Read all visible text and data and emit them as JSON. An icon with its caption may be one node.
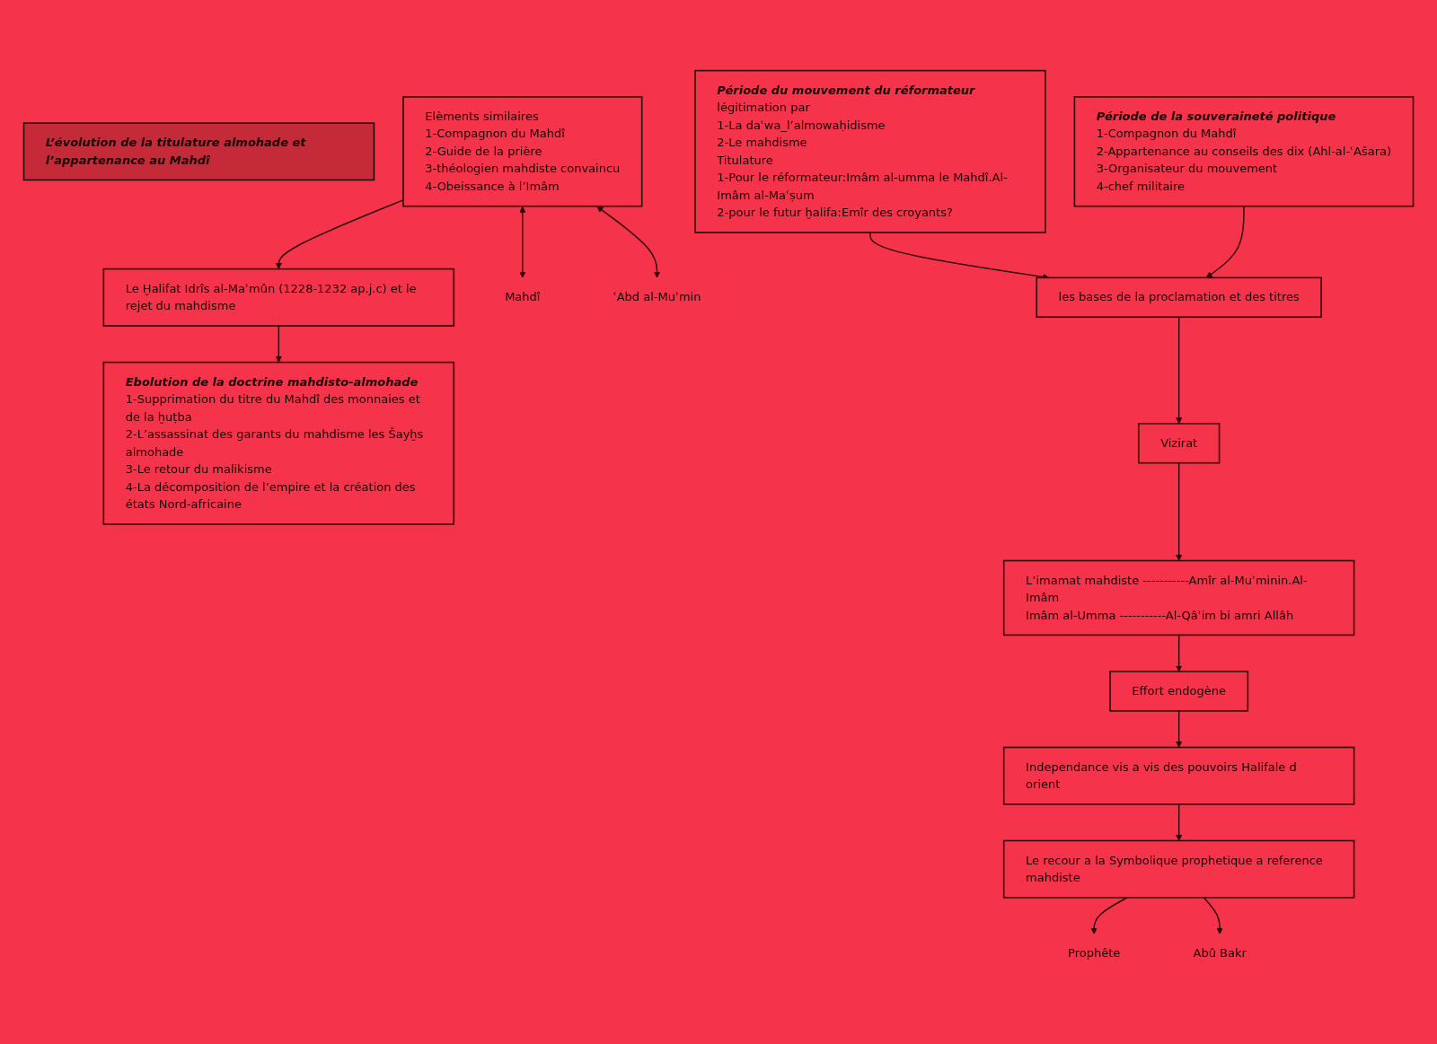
{
  "diagram": {
    "nodes": [
      {
        "text": [
          "L’évolution de la titulature almohade et l’appartenance au Mahdî"
        ]
      },
      {
        "text": [
          "Le Ḫalifat Idrîs al-Maʾmûn (1228-1232 ap.j.c) et le rejet du mahdisme"
        ]
      },
      {
        "text": [
          "Ebolution de la doctrine mahdisto-almohade",
          "1-Supprimation du titre du Mahdî des monnaies et de la ḫuṭba",
          "2-L’assassinat des garants du mahdisme les Šayḫs almohade",
          "3-Le retour du malikisme",
          "4-La décomposition de l’empire et la création des états Nord-africaine"
        ]
      },
      {
        "text": [
          "Elèments similaires",
          "1-Compagnon du Mahdî",
          "2-Guide de la prière",
          "3-théologien mahdiste convaincu",
          "4-Obeissance à l’Imâm"
        ]
      },
      {
        "text": [
          "Période du mouvement du réformateur",
          "légitimation par",
          "1-La daʿwa_l’almowaḥidisme",
          "2-Le mahdisme",
          "Titulature",
          "1-Pour le réformateur:Imâm al-umma le Mahdî.Al-Imâm al-Maʿṣum",
          "2-pour le futur ḫalifa:Emîr des croyants?"
        ]
      },
      {
        "text": [
          "Période de la souveraineté politique",
          "1-Compagnon du Mahdî",
          "2-Appartenance au conseils des dix (Ahl-al-ʿAšara)",
          "3-Organisateur du mouvement",
          "4-chef militaire"
        ]
      },
      {
        "text": [
          "Mahdî"
        ]
      },
      {
        "text": [
          "ʿAbd al-Muʾmin"
        ]
      },
      {
        "text": [
          "Prophête"
        ]
      },
      {
        "text": [
          "Abû Bakr"
        ]
      },
      {
        "text": [
          "les bases de la proclamation et des titres"
        ]
      },
      {
        "text": [
          "Le recour a la Symbolique prophetique a reference mahdiste"
        ]
      },
      {
        "text": [
          "Vizirat"
        ]
      },
      {
        "text": [
          "Effort endogène"
        ]
      },
      {
        "text": [
          "Independance vis a vis des pouvoirs Halifale d orient"
        ]
      },
      {
        "text": [
          "L’imamat mahdiste -----------Amîr al-Muʾminin.Al-Imâm",
          "Imâm al-Umma -----------Al-Qâʾim bi amri Allâh"
        ]
      }
    ],
    "edges": [
      {
        "from": 1,
        "to": 2,
        "arrow": "to"
      },
      {
        "from": 3,
        "to": 1,
        "arrow": "to"
      },
      {
        "from": 3,
        "to": 6,
        "arrow": "both"
      },
      {
        "from": 3,
        "to": 7,
        "arrow": "both"
      },
      {
        "from": 11,
        "to": 8,
        "arrow": "to"
      },
      {
        "from": 11,
        "to": 9,
        "arrow": "to"
      },
      {
        "from": 14,
        "to": 11,
        "arrow": "to"
      },
      {
        "from": 4,
        "to": 10,
        "arrow": "to"
      },
      {
        "from": 5,
        "to": 10,
        "arrow": "to"
      },
      {
        "from": 10,
        "to": 12,
        "arrow": "to"
      },
      {
        "from": 12,
        "to": 15,
        "arrow": "to"
      },
      {
        "from": 15,
        "to": 13,
        "arrow": "to"
      },
      {
        "from": 13,
        "to": 14,
        "arrow": "to"
      }
    ]
  }
}
